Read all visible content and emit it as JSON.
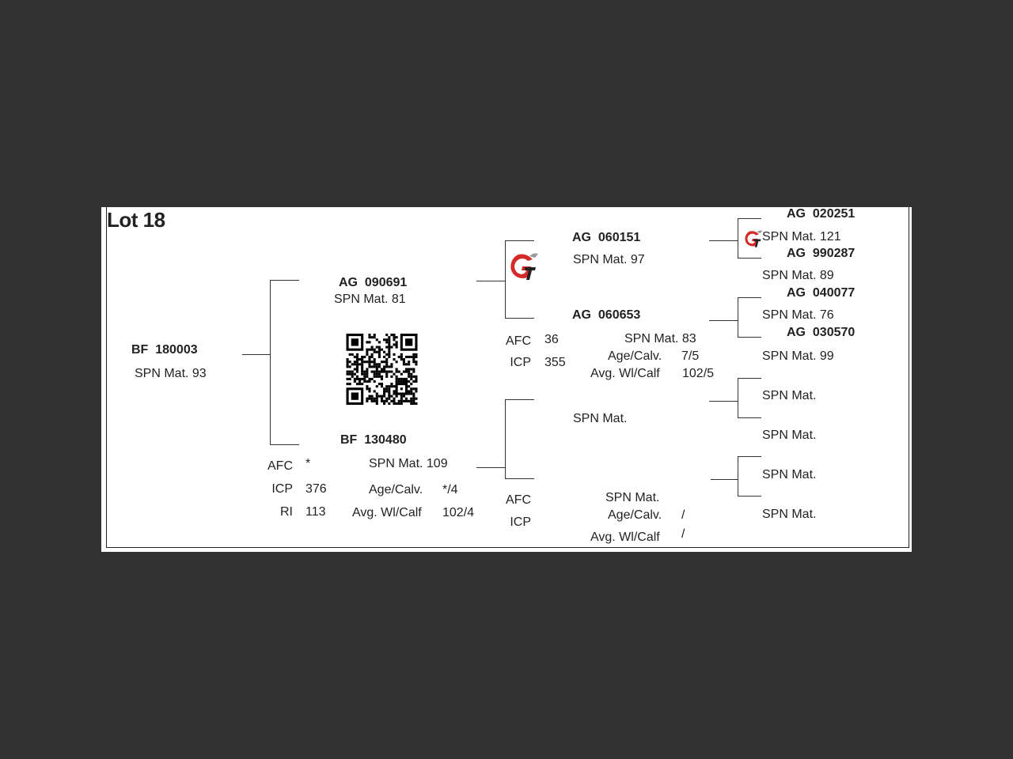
{
  "lot": "Lot 18",
  "animal": {
    "id_prefix": "BF",
    "id": "180003",
    "spn": "SPN Mat. 93"
  },
  "sire": {
    "id_prefix": "AG",
    "id": "090691",
    "spn": "SPN Mat. 81"
  },
  "dam": {
    "id_prefix": "BF",
    "id": "130480",
    "spn": "SPN Mat. 109",
    "afc_label": "AFC",
    "afc": "*",
    "icp_label": "ICP",
    "icp": "376",
    "ri_label": "RI",
    "ri": "113",
    "age_label": "Age/Calv.",
    "age": "*/4",
    "wi_label": "Avg. Wl/Calf",
    "wi": "102/4"
  },
  "sire_sire": {
    "id_prefix": "AG",
    "id": "060151",
    "spn": "SPN Mat. 97"
  },
  "sire_dam": {
    "id_prefix": "AG",
    "id": "060653",
    "spn": "SPN Mat. 83",
    "afc_label": "AFC",
    "afc": "36",
    "icp_label": "ICP",
    "icp": "355",
    "age_label": "Age/Calv.",
    "age": "7/5",
    "wi_label": "Avg. Wl/Calf",
    "wi": "102/5"
  },
  "dam_sire": {
    "spn": "SPN Mat."
  },
  "dam_dam": {
    "spn": "SPN Mat.",
    "afc_label": "AFC",
    "icp_label": "ICP",
    "age_label": "Age/Calv.",
    "age": "/",
    "wi_label": "Avg. Wl/Calf",
    "wi": "/"
  },
  "gen3": [
    {
      "id_prefix": "AG",
      "id": "020251",
      "spn": "SPN Mat. 121"
    },
    {
      "id_prefix": "AG",
      "id": "990287",
      "spn": "SPN Mat. 89"
    },
    {
      "id_prefix": "AG",
      "id": "040077",
      "spn": "SPN Mat. 76"
    },
    {
      "id_prefix": "AG",
      "id": "030570",
      "spn": "SPN Mat. 99"
    },
    {
      "spn": "SPN Mat."
    },
    {
      "spn": "SPN Mat."
    },
    {
      "spn": "SPN Mat."
    },
    {
      "spn": "SPN Mat."
    }
  ],
  "colors": {
    "background": "#323232",
    "sheet": "#ffffff",
    "logo_red": "#d42a2a"
  },
  "icons": {
    "logo": "gt-logo-icon",
    "qr": "qr-code-icon"
  }
}
